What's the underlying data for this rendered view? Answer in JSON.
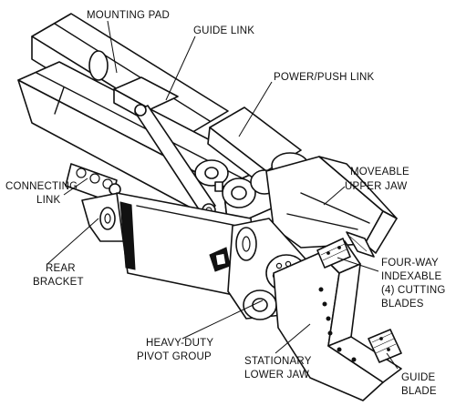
{
  "labels": {
    "mounting_pad": "MOUNTING PAD",
    "guide_link": "GUIDE LINK",
    "power_push_link": "POWER/PUSH LINK",
    "moveable_upper_jaw": [
      "MOVEABLE",
      "UPPER JAW"
    ],
    "connecting_link": [
      "CONNECTING",
      "LINK"
    ],
    "rear_bracket": [
      "REAR",
      "BRACKET"
    ],
    "cutting_blades": [
      "FOUR-WAY",
      "INDEXABLE",
      "(4) CUTTING",
      "BLADES"
    ],
    "pivot_group": [
      "HEAVY-DUTY",
      "PIVOT GROUP"
    ],
    "stationary_lower_jaw": [
      "STATIONARY",
      "LOWER JAW"
    ],
    "guide_blade": [
      "GUIDE",
      "BLADE"
    ]
  }
}
